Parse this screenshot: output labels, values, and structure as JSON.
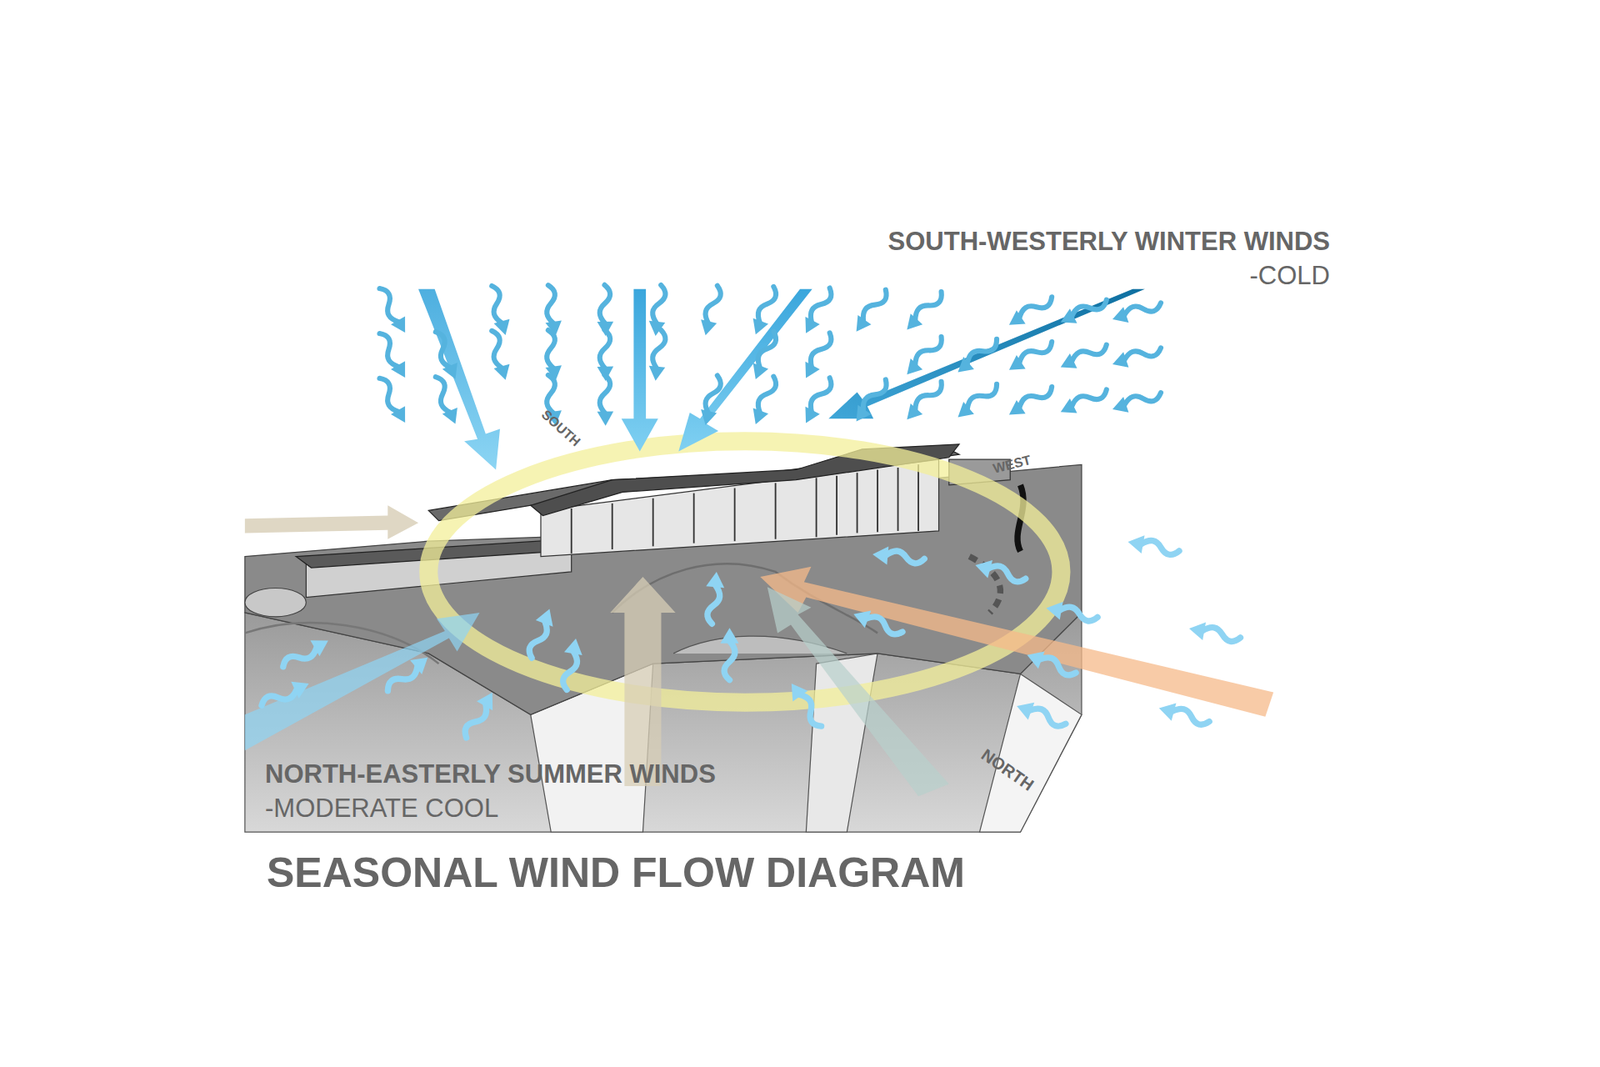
{
  "diagram": {
    "title": "SEASONAL WIND FLOW DIAGRAM",
    "labels": [
      "SOUTH-WESTERLY WINTER WINDS",
      "-COLD",
      "NORTH-EASTERLY SUMMER WINDS",
      "-MODERATE COOL",
      "SOUTH",
      "WEST",
      "NORTH"
    ]
  }
}
